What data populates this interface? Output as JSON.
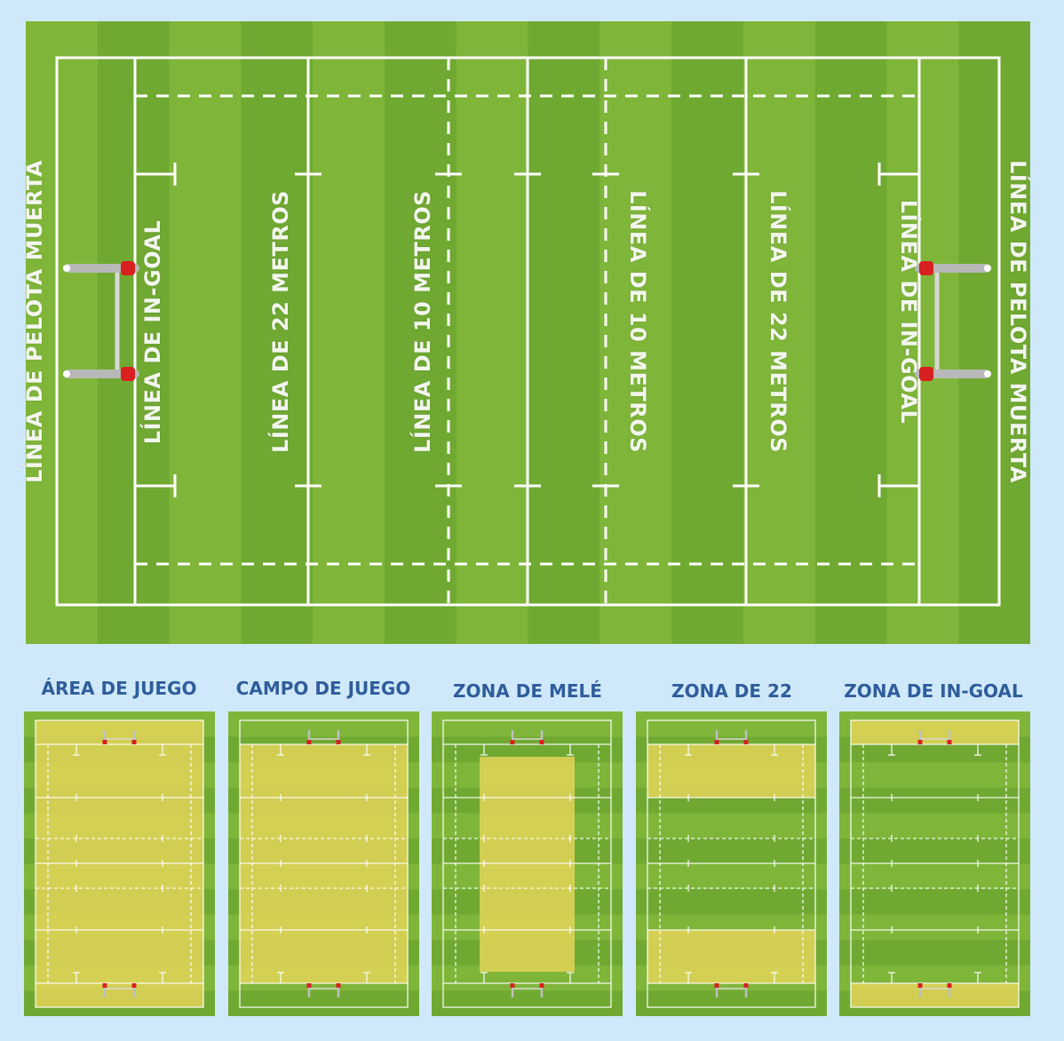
{
  "main_field": {
    "labels": {
      "dead_ball_left": "LÍNEA DE PELOTA MUERTA",
      "in_goal_left": "LÍNEA DE IN-GOAL",
      "line_22_left": "LÍNEA DE 22 METROS",
      "line_10_left": "LÍNEA DE 10 METROS",
      "line_10_right": "LÍNEA DE 10 METROS",
      "line_22_right": "LÍNEA DE 22 METROS",
      "in_goal_right": "LÍNEA DE IN-GOAL",
      "dead_ball_right": "LÍNEA DE PELOTA MUERTA"
    }
  },
  "zones": [
    {
      "title": "ÁREA DE JUEGO",
      "highlight": "area_de_juego"
    },
    {
      "title": "CAMPO DE JUEGO",
      "highlight": "campo_de_juego"
    },
    {
      "title": "ZONA DE MELÉ",
      "highlight": "zona_de_mele"
    },
    {
      "title": "ZONA DE 22",
      "highlight": "zona_de_22"
    },
    {
      "title": "ZONA DE IN-GOAL",
      "highlight": "zona_de_in_goal"
    }
  ],
  "colors": {
    "background": "#cfe9fa",
    "grass_light": "#7fb63a",
    "grass_dark": "#5f9a2a",
    "lines": "#ffffff",
    "highlight": "#e6d55a",
    "title": "#2f5d9c",
    "post_pad": "#d92020"
  }
}
